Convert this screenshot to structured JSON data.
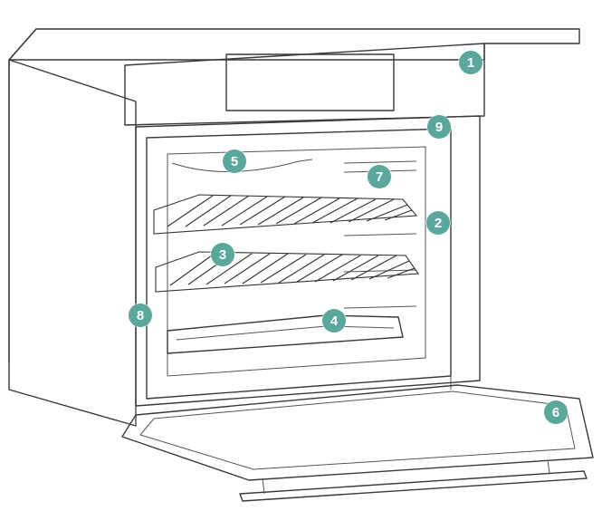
{
  "colors": {
    "callout": "#5aa89c",
    "outline": "#3a3a3a"
  },
  "callouts": [
    {
      "id": "c1",
      "label": "1"
    },
    {
      "id": "c2",
      "label": "2"
    },
    {
      "id": "c3",
      "label": "3"
    },
    {
      "id": "c4",
      "label": "4"
    },
    {
      "id": "c5",
      "label": "5"
    },
    {
      "id": "c6",
      "label": "6"
    },
    {
      "id": "c7",
      "label": "7"
    },
    {
      "id": "c8",
      "label": "8"
    },
    {
      "id": "c9",
      "label": "9"
    }
  ]
}
